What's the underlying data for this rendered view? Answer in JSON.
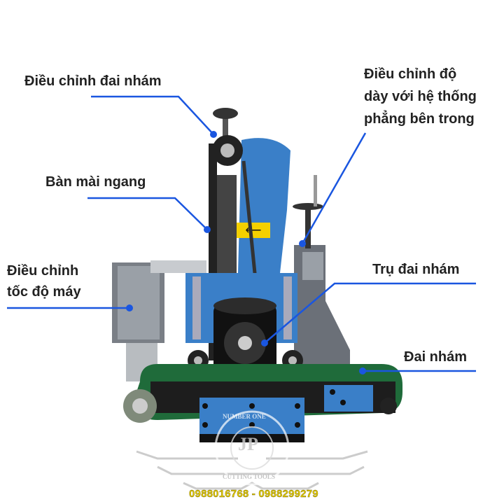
{
  "labels": {
    "belt_adjust": "Điều chỉnh đai nhám",
    "horizontal_table": "Bàn mài ngang",
    "speed_adjust": [
      "Điều chỉnh",
      "tốc độ máy"
    ],
    "thickness_adjust": [
      "Điều chỉnh độ",
      "dày với hệ thống",
      "phẳng bên trong"
    ],
    "belt_drum": "Trụ đai nhám",
    "sanding_belt": "Đai nhám"
  },
  "watermark": {
    "top": "NUMBER ONE",
    "mono": "JP",
    "bottom": "CUTTING TOOLS"
  },
  "phone": "0988016768 - 0988299279",
  "colors": {
    "leader": "#1a56e0",
    "machine_blue": "#3a7fc8",
    "belt_green": "#1f6b3a",
    "phone": "#e8d000"
  }
}
